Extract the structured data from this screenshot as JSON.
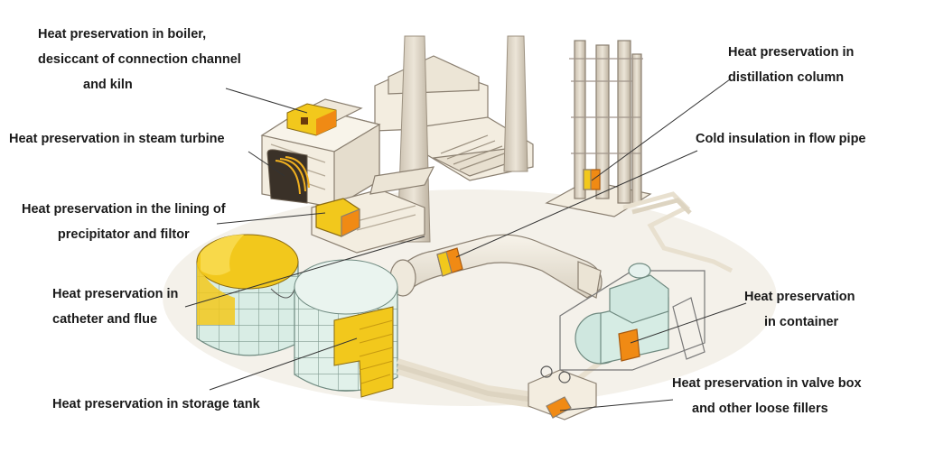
{
  "labels": {
    "boiler": {
      "line1": "Heat preservation in boiler,",
      "line2": "desiccant of connection channel",
      "line3": "and kiln"
    },
    "steam_turbine": "Heat preservation in steam turbine",
    "precipitator": {
      "line1": "Heat preservation in the lining of",
      "line2": "precipitator and filtor"
    },
    "catheter": {
      "line1": "Heat preservation in",
      "line2": "catheter and flue"
    },
    "storage_tank": "Heat preservation in storage tank",
    "distillation": {
      "line1": "Heat preservation in",
      "line2": "distillation column"
    },
    "flow_pipe": "Cold insulation in flow pipe",
    "container": {
      "line1": "Heat preservation",
      "line2": "in container"
    },
    "valve_box": {
      "line1": "Heat preservation in valve box",
      "line2": "and other loose fillers"
    }
  },
  "colors": {
    "insulation_yellow": "#f2c81c",
    "insulation_orange": "#f08a14",
    "tank_tile": "#d8ece4",
    "structure_cream": "#f3ede0",
    "outline": "#8a7f70",
    "leader_line": "#333333"
  }
}
